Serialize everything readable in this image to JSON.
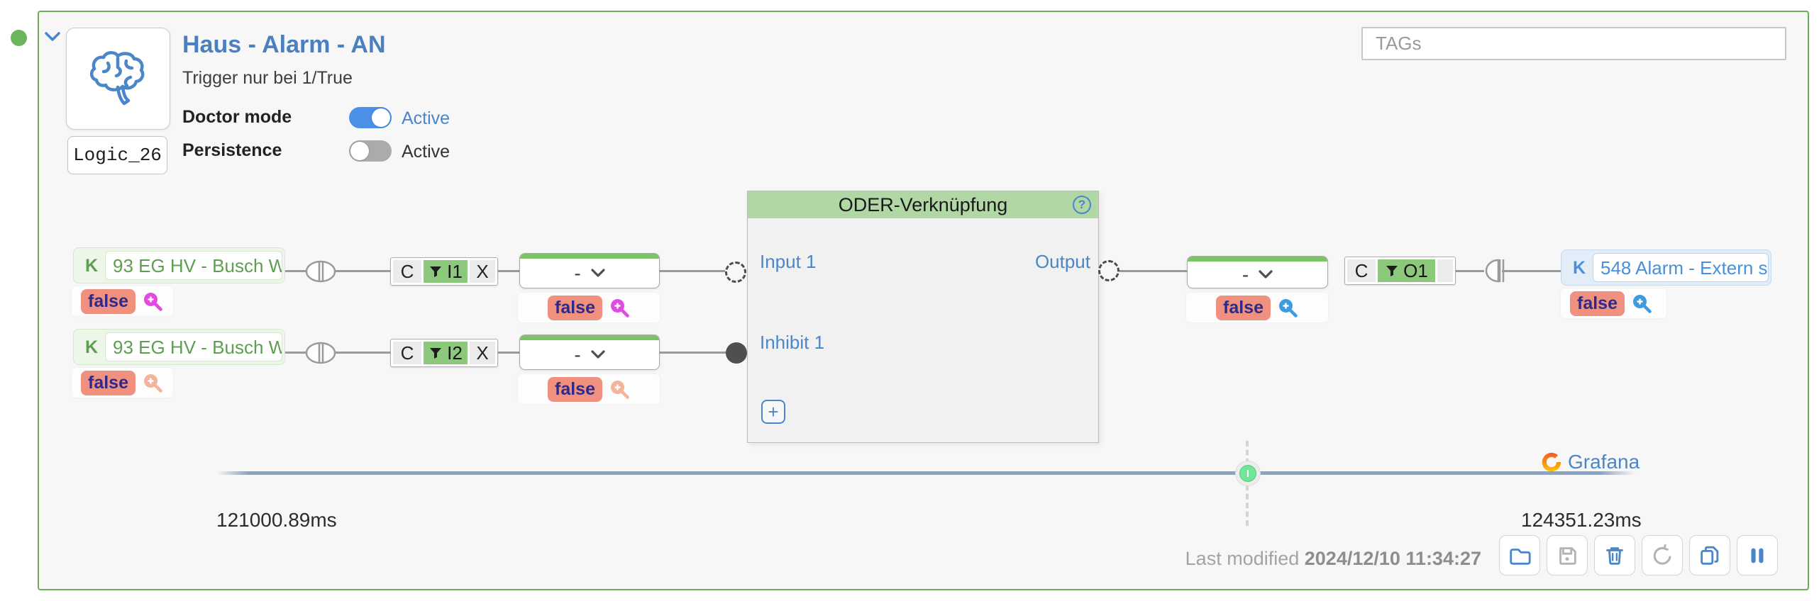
{
  "header": {
    "title": "Haus - Alarm - AN",
    "subtitle": "Trigger nur bei 1/True",
    "logic_id": "Logic_26",
    "doctor_mode": {
      "label": "Doctor mode",
      "state": "Active",
      "enabled": true
    },
    "persistence": {
      "label": "Persistence",
      "state": "Active",
      "enabled": false
    },
    "tags": {
      "placeholder": "TAGs",
      "value": ""
    }
  },
  "diagram": {
    "inputs": [
      {
        "badge": "K",
        "label": "93 EG HV - Busch W…",
        "value": "false",
        "filter": {
          "c": "C",
          "port": "I1",
          "x": "X"
        },
        "converter": {
          "op": "-",
          "value": "false"
        }
      },
      {
        "badge": "K",
        "label": "93 EG HV - Busch W…",
        "value": "false",
        "filter": {
          "c": "C",
          "port": "I2",
          "x": "X"
        },
        "converter": {
          "op": "-",
          "value": "false"
        }
      }
    ],
    "gate": {
      "title": "ODER-Verknüpfung",
      "help": "?",
      "inputs": [
        "Input 1"
      ],
      "inhibits": [
        "Inhibit 1"
      ],
      "output": "Output",
      "add": "+"
    },
    "output": {
      "converter": {
        "op": "-",
        "value": "false"
      },
      "filter": {
        "c": "C",
        "port": "O1",
        "x": ""
      },
      "node": {
        "badge": "K",
        "label": "548 Alarm - Extern s…",
        "value": "false"
      }
    }
  },
  "timeline": {
    "start": "121000.89ms",
    "end": "124351.23ms"
  },
  "footer": {
    "grafana": "Grafana",
    "last_modified_label": "Last modified",
    "last_modified_value": "2024/12/10 11:34:27"
  },
  "toolbar": {
    "buttons": [
      "open-folder",
      "save",
      "delete",
      "undo",
      "duplicate",
      "pause"
    ]
  },
  "colors": {
    "panel_border": "#6cab5c",
    "status_dot": "#6db45f",
    "accent_blue": "#4a86c8",
    "toggle_on": "#4a8fe8",
    "node_green_text": "#5d9f50",
    "node_blue_text": "#4a90d9",
    "gate_header": "#b1d7a4",
    "filter_green": "#8cc87c",
    "converter_top": "#7cc268",
    "false_badge_bg": "#ef917e",
    "false_badge_text": "#2e2a8c",
    "magnifier_magenta": "#e14be1",
    "magnifier_peach": "#f2b49b",
    "magnifier_blue": "#3f9be0",
    "timeline_track": "#8aa4c4",
    "grafana_orange": "#f05a28",
    "grafana_yellow": "#fcc500"
  }
}
